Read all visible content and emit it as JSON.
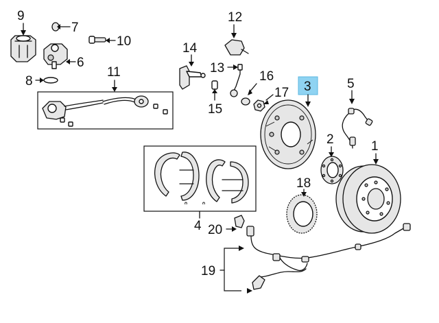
{
  "highlight": {
    "color": "#8fd3f2",
    "label": "3"
  },
  "callouts": {
    "c1": "1",
    "c2": "2",
    "c3": "3",
    "c4": "4",
    "c5": "5",
    "c6": "6",
    "c7": "7",
    "c8": "8",
    "c9": "9",
    "c10": "10",
    "c11": "11",
    "c12": "12",
    "c13": "13",
    "c14": "14",
    "c15": "15",
    "c16": "16",
    "c17": "17",
    "c18": "18",
    "c19": "19",
    "c20": "20"
  }
}
